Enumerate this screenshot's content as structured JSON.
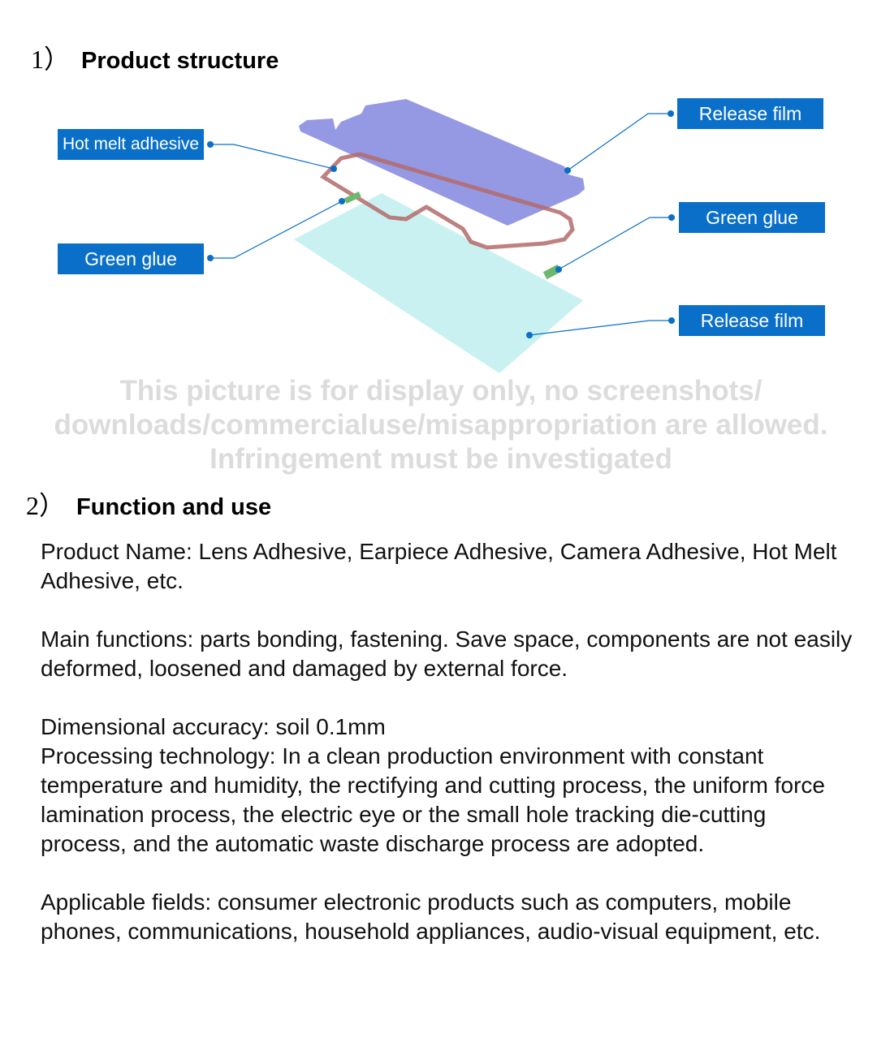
{
  "section1": {
    "number": "1）",
    "title": "Product structure"
  },
  "labels": {
    "hot_melt": "Hot melt adhesive",
    "green_glue_left": "Green glue",
    "release_film_top": "Release film",
    "green_glue_right": "Green glue",
    "release_film_bottom": "Release film"
  },
  "watermark": [
    "This picture is for display only, no screenshots/",
    "downloads/commercialuse/misappropriation are allowed.",
    "Infringement must be investigated"
  ],
  "section2": {
    "number": "2）",
    "title": "Function and use"
  },
  "paragraphs": [
    "Product Name: Lens Adhesive, Earpiece Adhesive, Camera Adhesive, Hot Melt Adhesive, etc.",
    "Main functions: parts bonding, fastening. Save space, components are not easily deformed, loosened and damaged by external force.",
    "Dimensional accuracy: soil 0.1mm",
    "Processing technology: In a clean production environment with constant temperature and humidity, the rectifying and cutting process, the uniform force lamination process, the electric eye or the small hole tracking die-cutting process, and the automatic waste discharge process are adopted.",
    "Applicable fields: consumer electronic products such as computers, mobile phones, communications, household appliances, audio-visual equipment, etc."
  ],
  "colors": {
    "accent": "#0a6fc8",
    "purple_film": "#8a8de0",
    "cyan_film": "#c4f0f0",
    "hot_melt": "#b46a6a",
    "green_glue": "#6cb86c"
  }
}
